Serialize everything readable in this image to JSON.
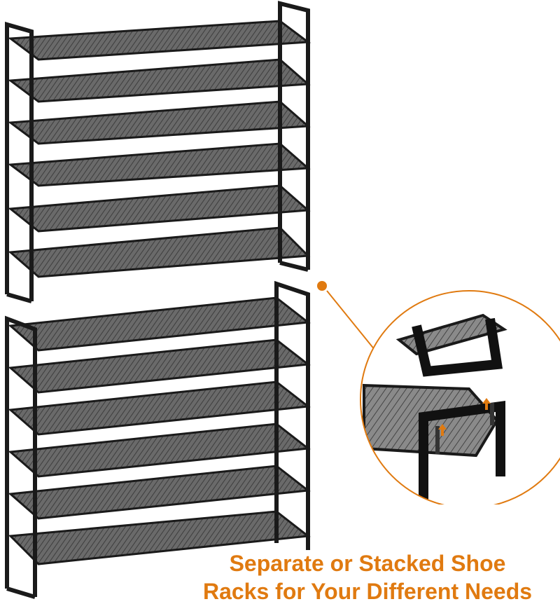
{
  "product": {
    "caption_line_1": "Separate or Stacked Shoe",
    "caption_line_2": "Racks for Your Different Needs"
  },
  "colors": {
    "accent": "#e07a10",
    "frame": "#1a1a1a",
    "mesh": "#555555",
    "background": "#ffffff"
  },
  "racks": [
    {
      "name": "upper-rack",
      "shelves": 6
    },
    {
      "name": "lower-rack",
      "shelves": 6
    }
  ],
  "detail": {
    "icon": "arrow-up-icon"
  }
}
